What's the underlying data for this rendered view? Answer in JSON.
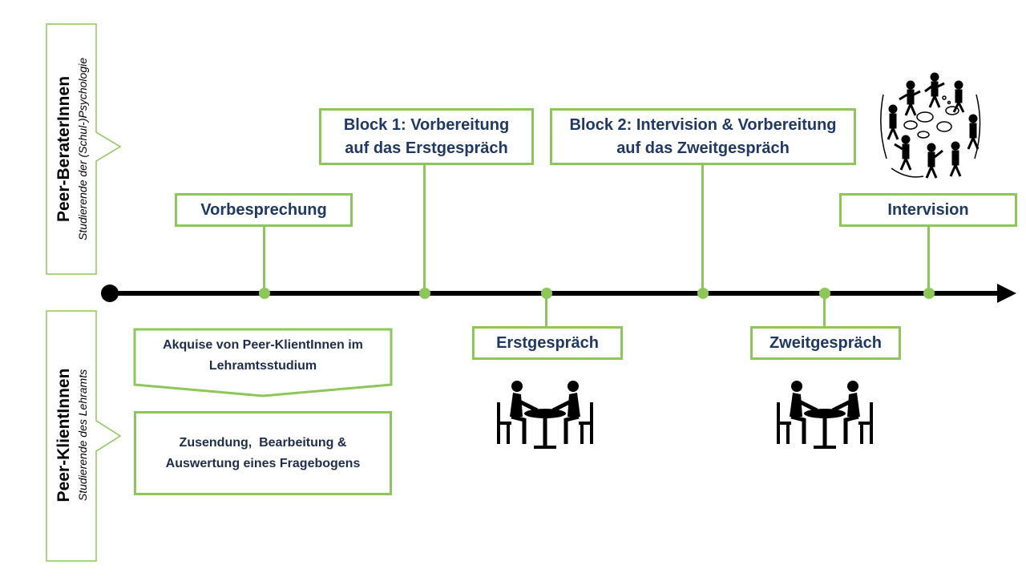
{
  "sides": {
    "top": {
      "title": "Peer-BeraterInnen",
      "subtitle": "Studierende der (Schul-)Psychologie"
    },
    "bottom": {
      "title": "Peer-KlientInnen",
      "subtitle": "Studierende des Lehramts"
    }
  },
  "timeline_top": {
    "vorbesprechung": "Vorbesprechung",
    "block1": [
      "Block 1: Vorbereitung",
      "auf das Erstgespräch"
    ],
    "block2": [
      "Block 2: Intervision & Vorbereitung",
      "auf das Zweitgespräch"
    ],
    "intervision": "Intervision"
  },
  "timeline_bottom": {
    "erstgespraech": "Erstgespräch",
    "zweitgespraech": "Zweitgespräch",
    "akquise": [
      "Akquise von Peer-KlientInnen im",
      "Lehramtsstudium"
    ],
    "zusendung": [
      "Zusendung,  Bearbeitung &",
      "Auswertung eines Fragebogens"
    ]
  },
  "colors": {
    "accent_green": "#8dc75a",
    "text_navy": "#1f3864",
    "axis": "#000000"
  },
  "icons": {
    "meeting": "two-people-at-table-icon",
    "group": "group-discussion-icon"
  }
}
